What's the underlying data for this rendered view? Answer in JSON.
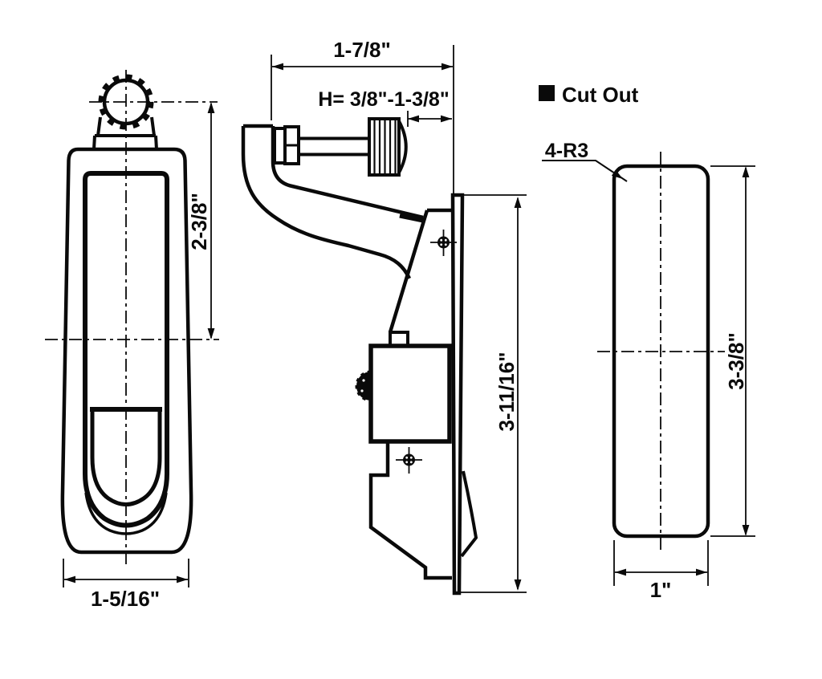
{
  "drawing": {
    "type": "technical-drawing",
    "legend": {
      "label": "Cut Out"
    },
    "views": {
      "front": {
        "dims": {
          "height": "2-3/8\"",
          "width": "1-5/16\""
        }
      },
      "side": {
        "dims": {
          "depth": "1-7/8\"",
          "grip_range": "H= 3/8\"-1-3/8\"",
          "height": "3-11/16\""
        }
      },
      "cutout": {
        "dims": {
          "height": "3-3/8\"",
          "width": "1\"",
          "corner_radius": "4-R3"
        }
      }
    },
    "colors": {
      "line": "#0a0a0a",
      "background": "#ffffff"
    }
  }
}
